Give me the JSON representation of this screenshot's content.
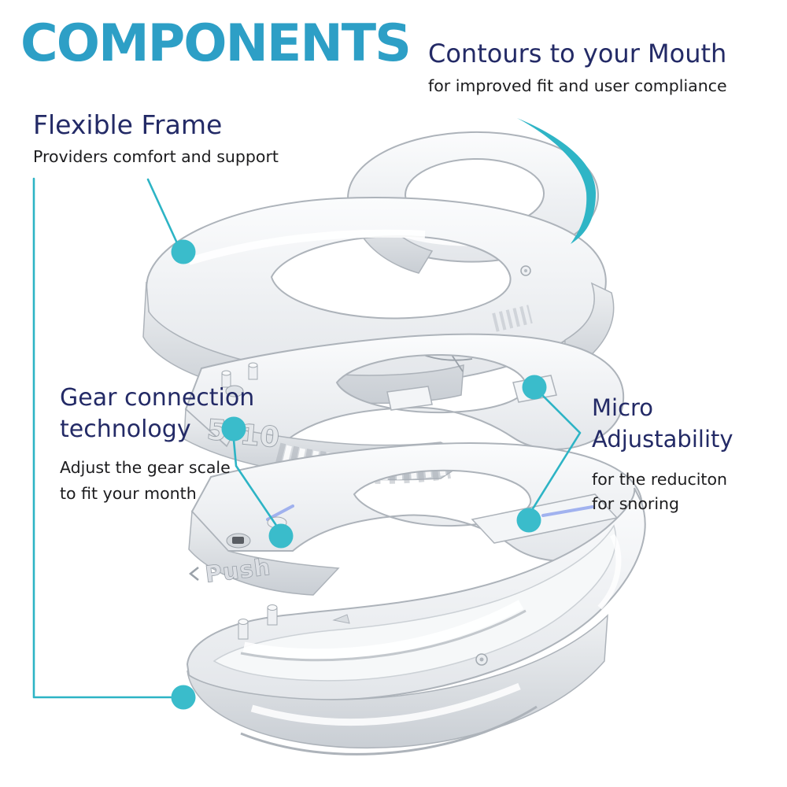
{
  "header": {
    "title": "COMPONENTS"
  },
  "annotations": {
    "contours": {
      "heading": "Contours to your Mouth",
      "subheading": "for improved fit and user compliance"
    },
    "flexible_frame": {
      "heading": "Flexible Frame",
      "subheading": "Providers comfort and support"
    },
    "gear_connection": {
      "heading": "Gear connection technology",
      "subheading_line1": "Adjust the gear scale",
      "subheading_line2": "to fit your month"
    },
    "micro_adjustability": {
      "heading": "Micro Adjustability",
      "subheading_line1": "for the reduciton",
      "subheading_line2": "for snoring"
    }
  },
  "device": {
    "gear_scale_number_1": "5",
    "gear_scale_number_2": "10",
    "push_label": "Push"
  },
  "colors": {
    "title_teal": "#2d9fc6",
    "heading_navy": "#232a66",
    "body_text": "#1c1c1e",
    "callout_line_teal": "#2db4c5",
    "callout_dot_teal": "#3abccb",
    "accent_blue_strip": "#93a7ee"
  }
}
